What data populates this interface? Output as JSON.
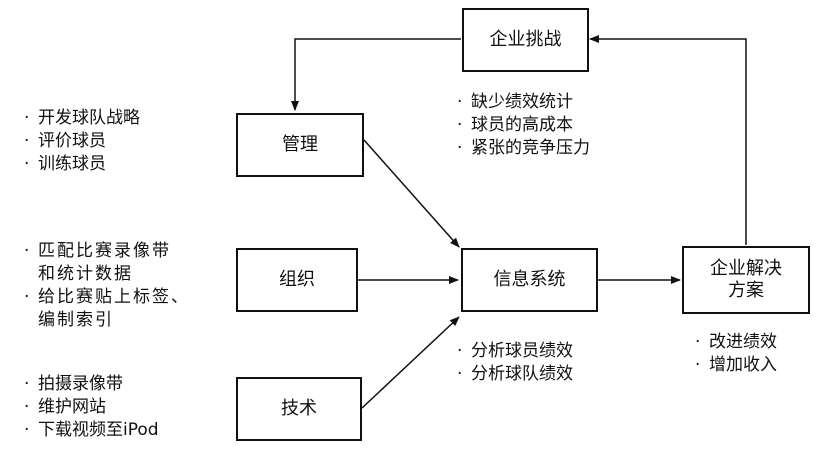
{
  "boxes": {
    "challenge": "企业挑战",
    "management": "管理",
    "organization": "组织",
    "technology": "技术",
    "info_system": "信息系统",
    "solution_line1": "企业解决",
    "solution_line2": "方案"
  },
  "bullet_symbol": "·",
  "lists": {
    "management": [
      "开发球队战略",
      "评价球员",
      "训练球员"
    ],
    "organization": [
      {
        "line1": "匹配比赛录像带",
        "line2": "和统计数据"
      },
      {
        "line1": "给比赛贴上标签、",
        "line2": "编制索引"
      }
    ],
    "technology": [
      "拍摄录像带",
      "维护网站",
      "下载视频至iPod"
    ],
    "challenge": [
      "缺少绩效统计",
      "球员的高成本",
      "紧张的竞争压力"
    ],
    "info_system": [
      "分析球员绩效",
      "分析球队绩效"
    ],
    "solution": [
      "改进绩效",
      "增加收入"
    ]
  }
}
